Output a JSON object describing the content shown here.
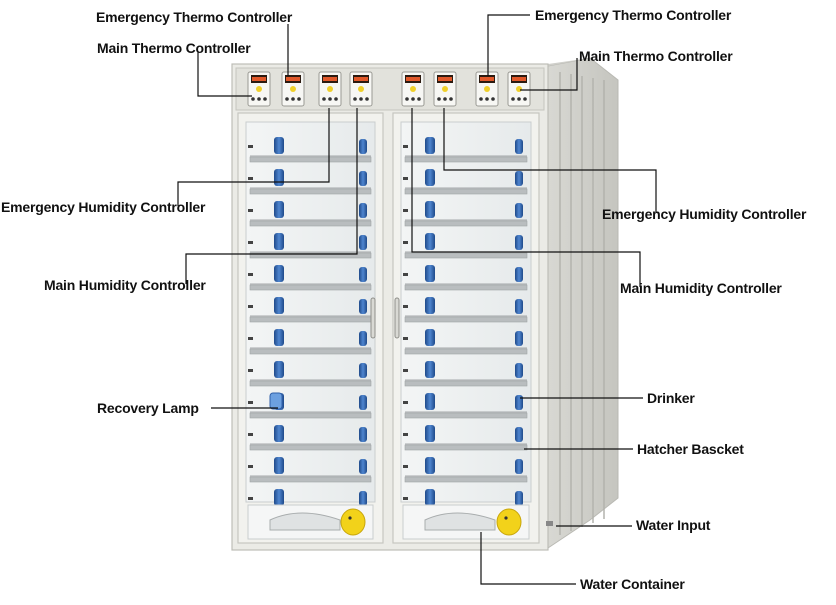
{
  "labels": {
    "emergency_thermo_left": "Emergency Thermo Controller",
    "main_thermo_left": "Main Thermo Controller",
    "emergency_thermo_right": "Emergency Thermo Controller",
    "main_thermo_right": "Main Thermo Controller",
    "emergency_humidity_left": "Emergency Humidity Controller",
    "main_humidity_left": "Main Humidity Controller",
    "emergency_humidity_right": "Emergency Humidity Controller",
    "main_humidity_right": "Main Humidity Controller",
    "recovery_lamp": "Recovery Lamp",
    "drinker": "Drinker",
    "hatcher_basket": "Hatcher Bascket",
    "water_input": "Water Input",
    "water_container": "Water Container"
  },
  "colors": {
    "cabinet": "#ebebe6",
    "cabinet_shade": "#d6d6d0",
    "glass": "#eef1f2",
    "drinker": "#2f5fa8",
    "mascot": "#f2d21a",
    "leader_line": "#111111"
  },
  "icons": {
    "controller": "digital-controller-icon",
    "drinker": "drinker-icon",
    "lamp": "recovery-lamp-icon",
    "mascot": "chick-mascot-icon"
  }
}
